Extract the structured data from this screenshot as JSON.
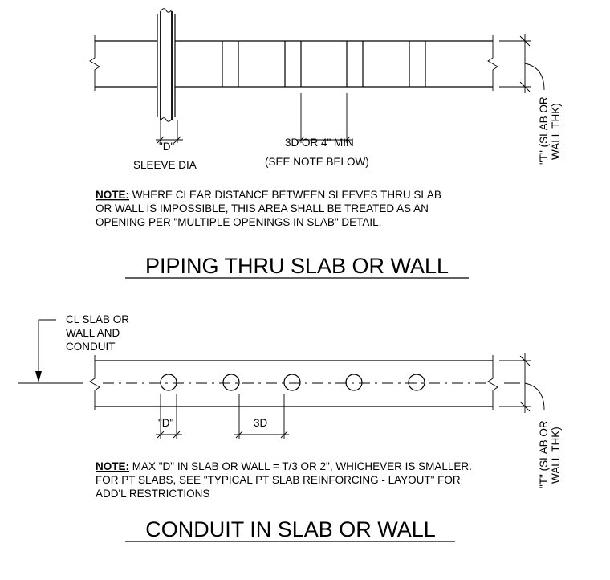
{
  "top_detail": {
    "title": "PIPING THRU SLAB OR WALL",
    "d_label": "\"D\"",
    "sleeve_label": "SLEEVE DIA",
    "spacing_label": "3D OR 4\" MIN",
    "spacing_note_ref": "(SEE NOTE BELOW)",
    "thk_line1": "\"T\" (SLAB OR",
    "thk_line2": "WALL THK)",
    "note_head": "NOTE:",
    "note_line1": " WHERE CLEAR DISTANCE BETWEEN SLEEVES THRU SLAB",
    "note_line2": "OR WALL IS IMPOSSIBLE, THIS AREA SHALL BE TREATED AS AN",
    "note_line3": "OPENING PER \"MULTIPLE OPENINGS IN SLAB\" DETAIL."
  },
  "bottom_detail": {
    "title": "CONDUIT IN SLAB OR WALL",
    "cl_line1": "CL SLAB OR",
    "cl_line2": "WALL AND",
    "cl_line3": "CONDUIT",
    "d_label": "\"D\"",
    "spacing_label": "3D",
    "thk_line1": "\"T\" (SLAB OR",
    "thk_line2": "WALL THK)",
    "note_head": "NOTE:",
    "note_line1": " MAX \"D\" IN SLAB OR WALL = T/3 OR 2\", WHICHEVER IS SMALLER.",
    "note_line2": "FOR PT SLABS, SEE \"TYPICAL PT SLAB REINFORCING - LAYOUT\" FOR",
    "note_line3": "ADD'L RESTRICTIONS"
  }
}
